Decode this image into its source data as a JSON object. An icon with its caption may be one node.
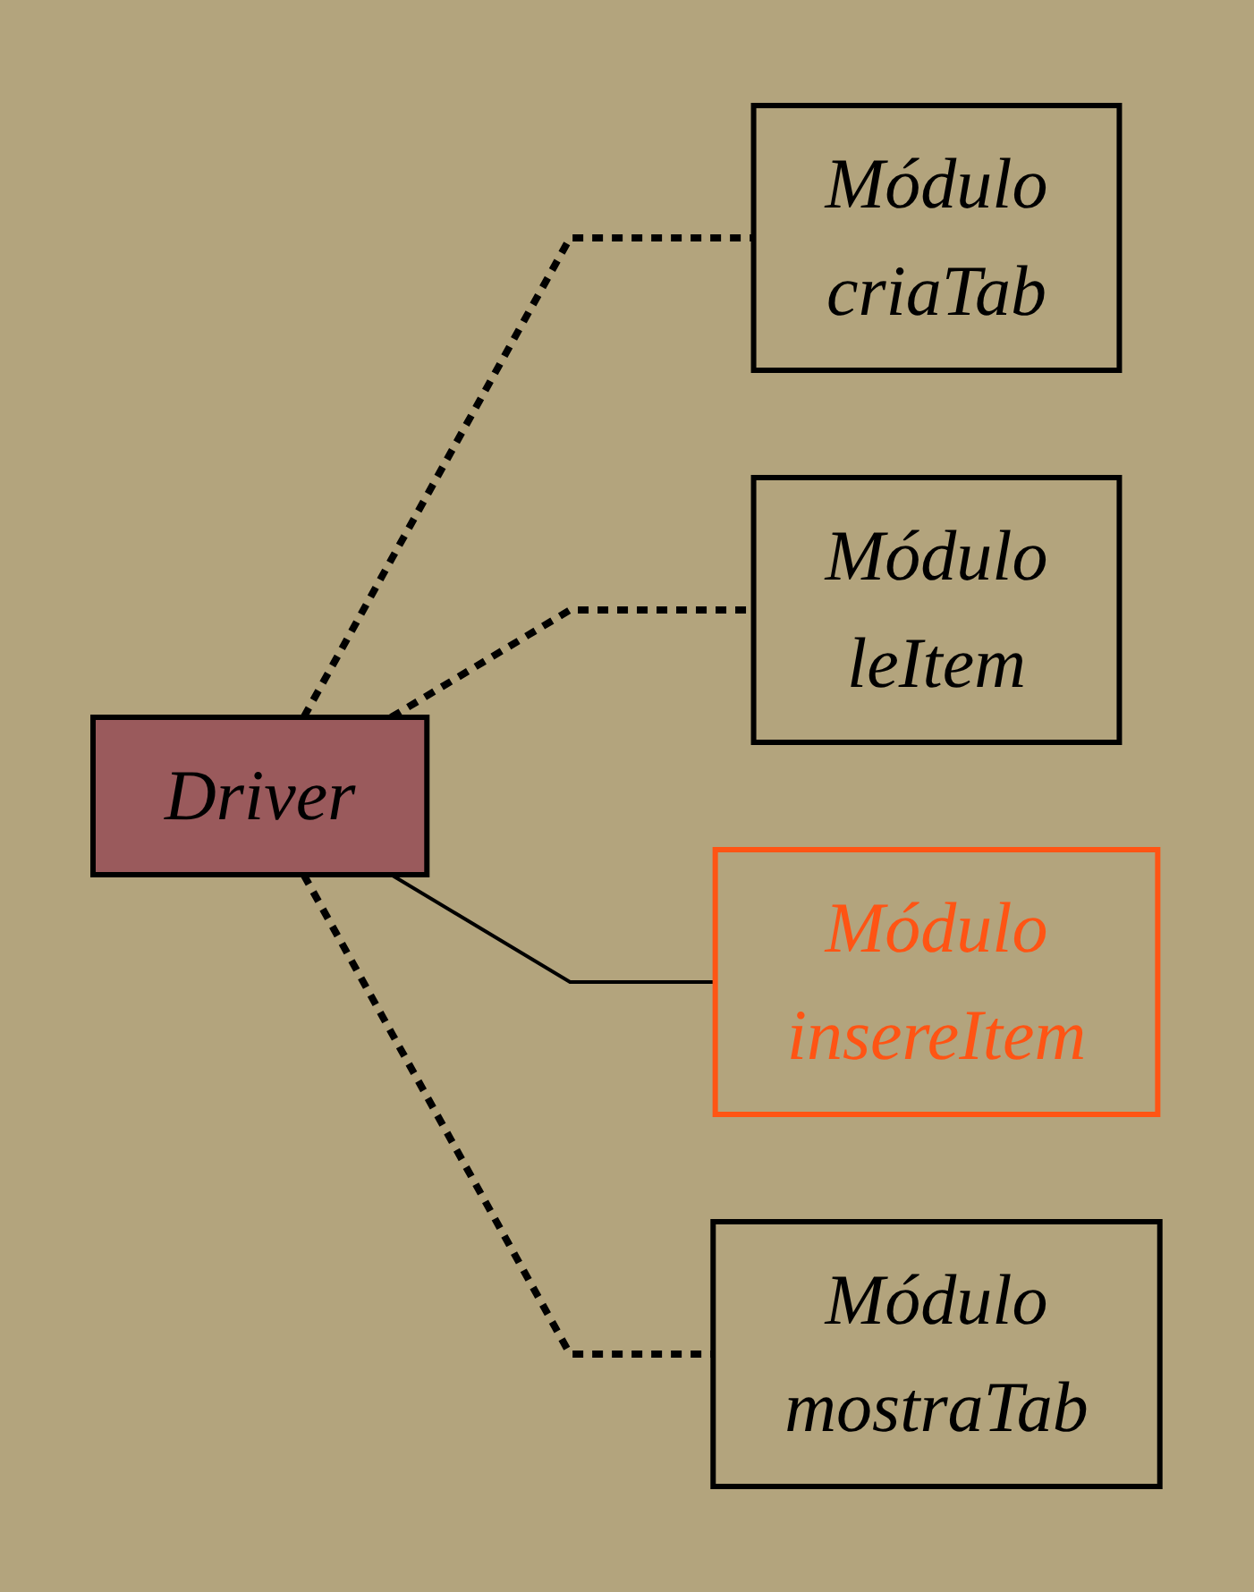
{
  "diagram": {
    "nodes": [
      {
        "text": [
          "Driver"
        ]
      },
      {
        "text": [
          "Módulo criaTab"
        ]
      },
      {
        "text": [
          "Módulo leItem"
        ]
      },
      {
        "text": [
          "Módulo insereItem"
        ]
      },
      {
        "text": [
          "Módulo mostraTab"
        ]
      }
    ],
    "edges": [
      {
        "from": 0,
        "to": 1,
        "arrow": "none",
        "style": "dashed"
      },
      {
        "from": 0,
        "to": 2,
        "arrow": "none",
        "style": "dashed"
      },
      {
        "from": 0,
        "to": 3,
        "arrow": "none"
      },
      {
        "from": 0,
        "to": 4,
        "arrow": "none",
        "style": "dashed"
      }
    ]
  }
}
